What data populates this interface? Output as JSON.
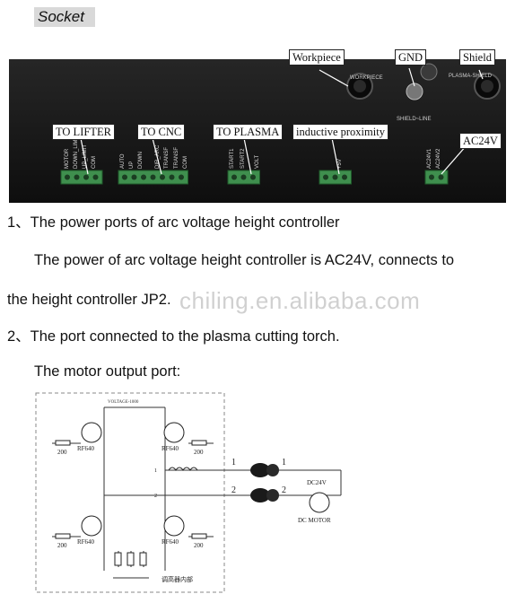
{
  "heading": "Socket",
  "callouts": {
    "workpiece": "Workpiece",
    "gnd": "GND",
    "shield": "Shield",
    "to_lifter": "TO LIFTER",
    "to_cnc": "TO CNC",
    "to_plasma": "TO PLASMA",
    "inductive": "inductive proximity",
    "ac24v": "AC24V"
  },
  "photo_labels": {
    "workpiece": "WORKPIECE",
    "shield_lower": "SHIELD~LINE",
    "plasma_shield": "PLASMA-SHIELD",
    "lifter": [
      "MOTOR",
      "DOWN_LIMIT",
      "UP_LIMIT",
      "COM"
    ],
    "cnc": [
      "AUTO",
      "UP",
      "DOWN",
      "DIR_ARC",
      "TRANSF",
      "TRANSF",
      "COM"
    ],
    "plasma": [
      "START1",
      "START2",
      "VOLT"
    ],
    "proximity": "+5V",
    "ac": [
      "AC24V1",
      "AC24V2"
    ]
  },
  "paragraphs": {
    "p1": "1、The power ports of arc voltage height controller",
    "p2": "The power of arc voltage height controller is AC24V, connects to",
    "p3": "the height controller JP2.",
    "p4": "2、The port connected to the plasma cutting torch.",
    "p5": "The motor output port:"
  },
  "watermark": "chiling.en.alibaba.com",
  "schematic": {
    "top_label": "VOLTAGE-1000",
    "mosfets": [
      "RF640",
      "RF640",
      "RF640",
      "RF640"
    ],
    "resistors": [
      "200",
      "200",
      "200",
      "200"
    ],
    "wire_labels": [
      "1",
      "1",
      "2",
      "2"
    ],
    "pin_labels": [
      "1",
      "2"
    ],
    "motor_voltage": "DC24V",
    "motor_label": "DC MOTOR",
    "board_label": "调高器内部"
  },
  "colors": {
    "panel": "#161616",
    "terminal": "#3f8f4e",
    "heading_bg": "#d9d9d9",
    "dash": "#888888"
  }
}
